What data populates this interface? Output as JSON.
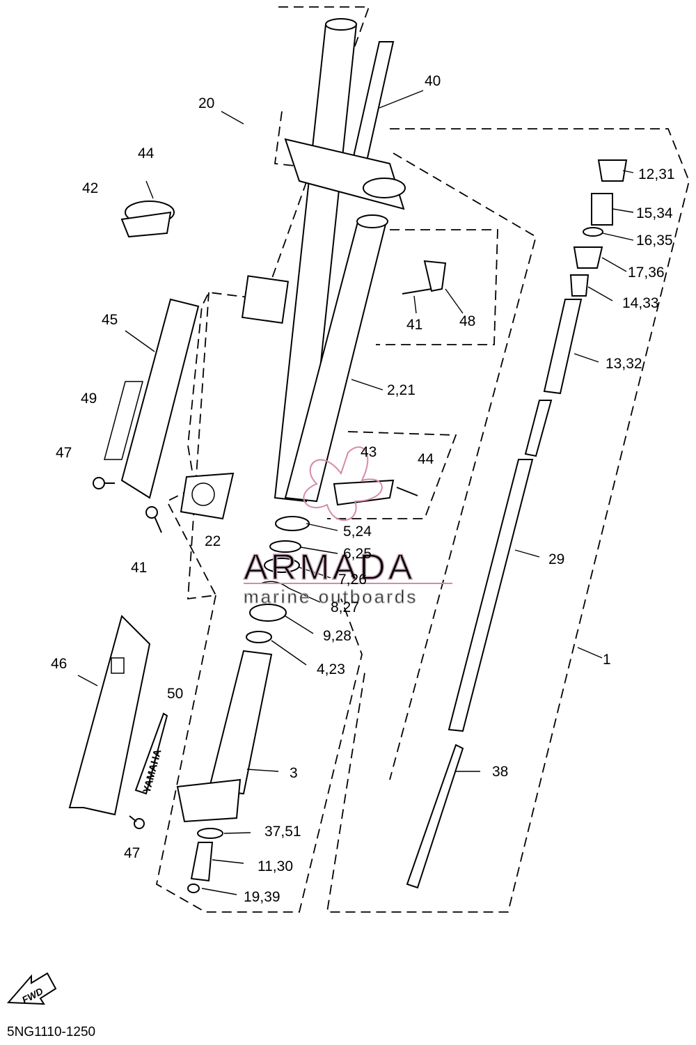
{
  "diagram": {
    "callouts": {
      "c20": "20",
      "c40": "40",
      "c44a": "44",
      "c42": "42",
      "c12_31": "12,31",
      "c15_34": "15,34",
      "c16_35": "16,35",
      "c17_36": "17,36",
      "c14_33": "14,33",
      "c41a": "41",
      "c48": "48",
      "c45": "45",
      "c13_32": "13,32",
      "c2_21": "2,21",
      "c49": "49",
      "c47a": "47",
      "c43": "43",
      "c44b": "44",
      "c22": "22",
      "c5_24": "5,24",
      "c6_25": "6,25",
      "c29": "29",
      "c41b": "41",
      "c7_26": "7,26",
      "c8_27": "8,27",
      "c9_28": "9,28",
      "c1": "1",
      "c46": "46",
      "c4_23": "4,23",
      "c50": "50",
      "c3": "3",
      "c38": "38",
      "c37_51": "37,51",
      "c11_30": "11,30",
      "c47b": "47",
      "c19_39": "19,39"
    },
    "fwd_label": "FWD",
    "sticker_text": "YAMAHA",
    "diagram_code": "5NG1110-1250"
  },
  "watermark": {
    "title": "ARMADA",
    "subtitle": "marine outboards",
    "color": "#c7a7b8"
  }
}
